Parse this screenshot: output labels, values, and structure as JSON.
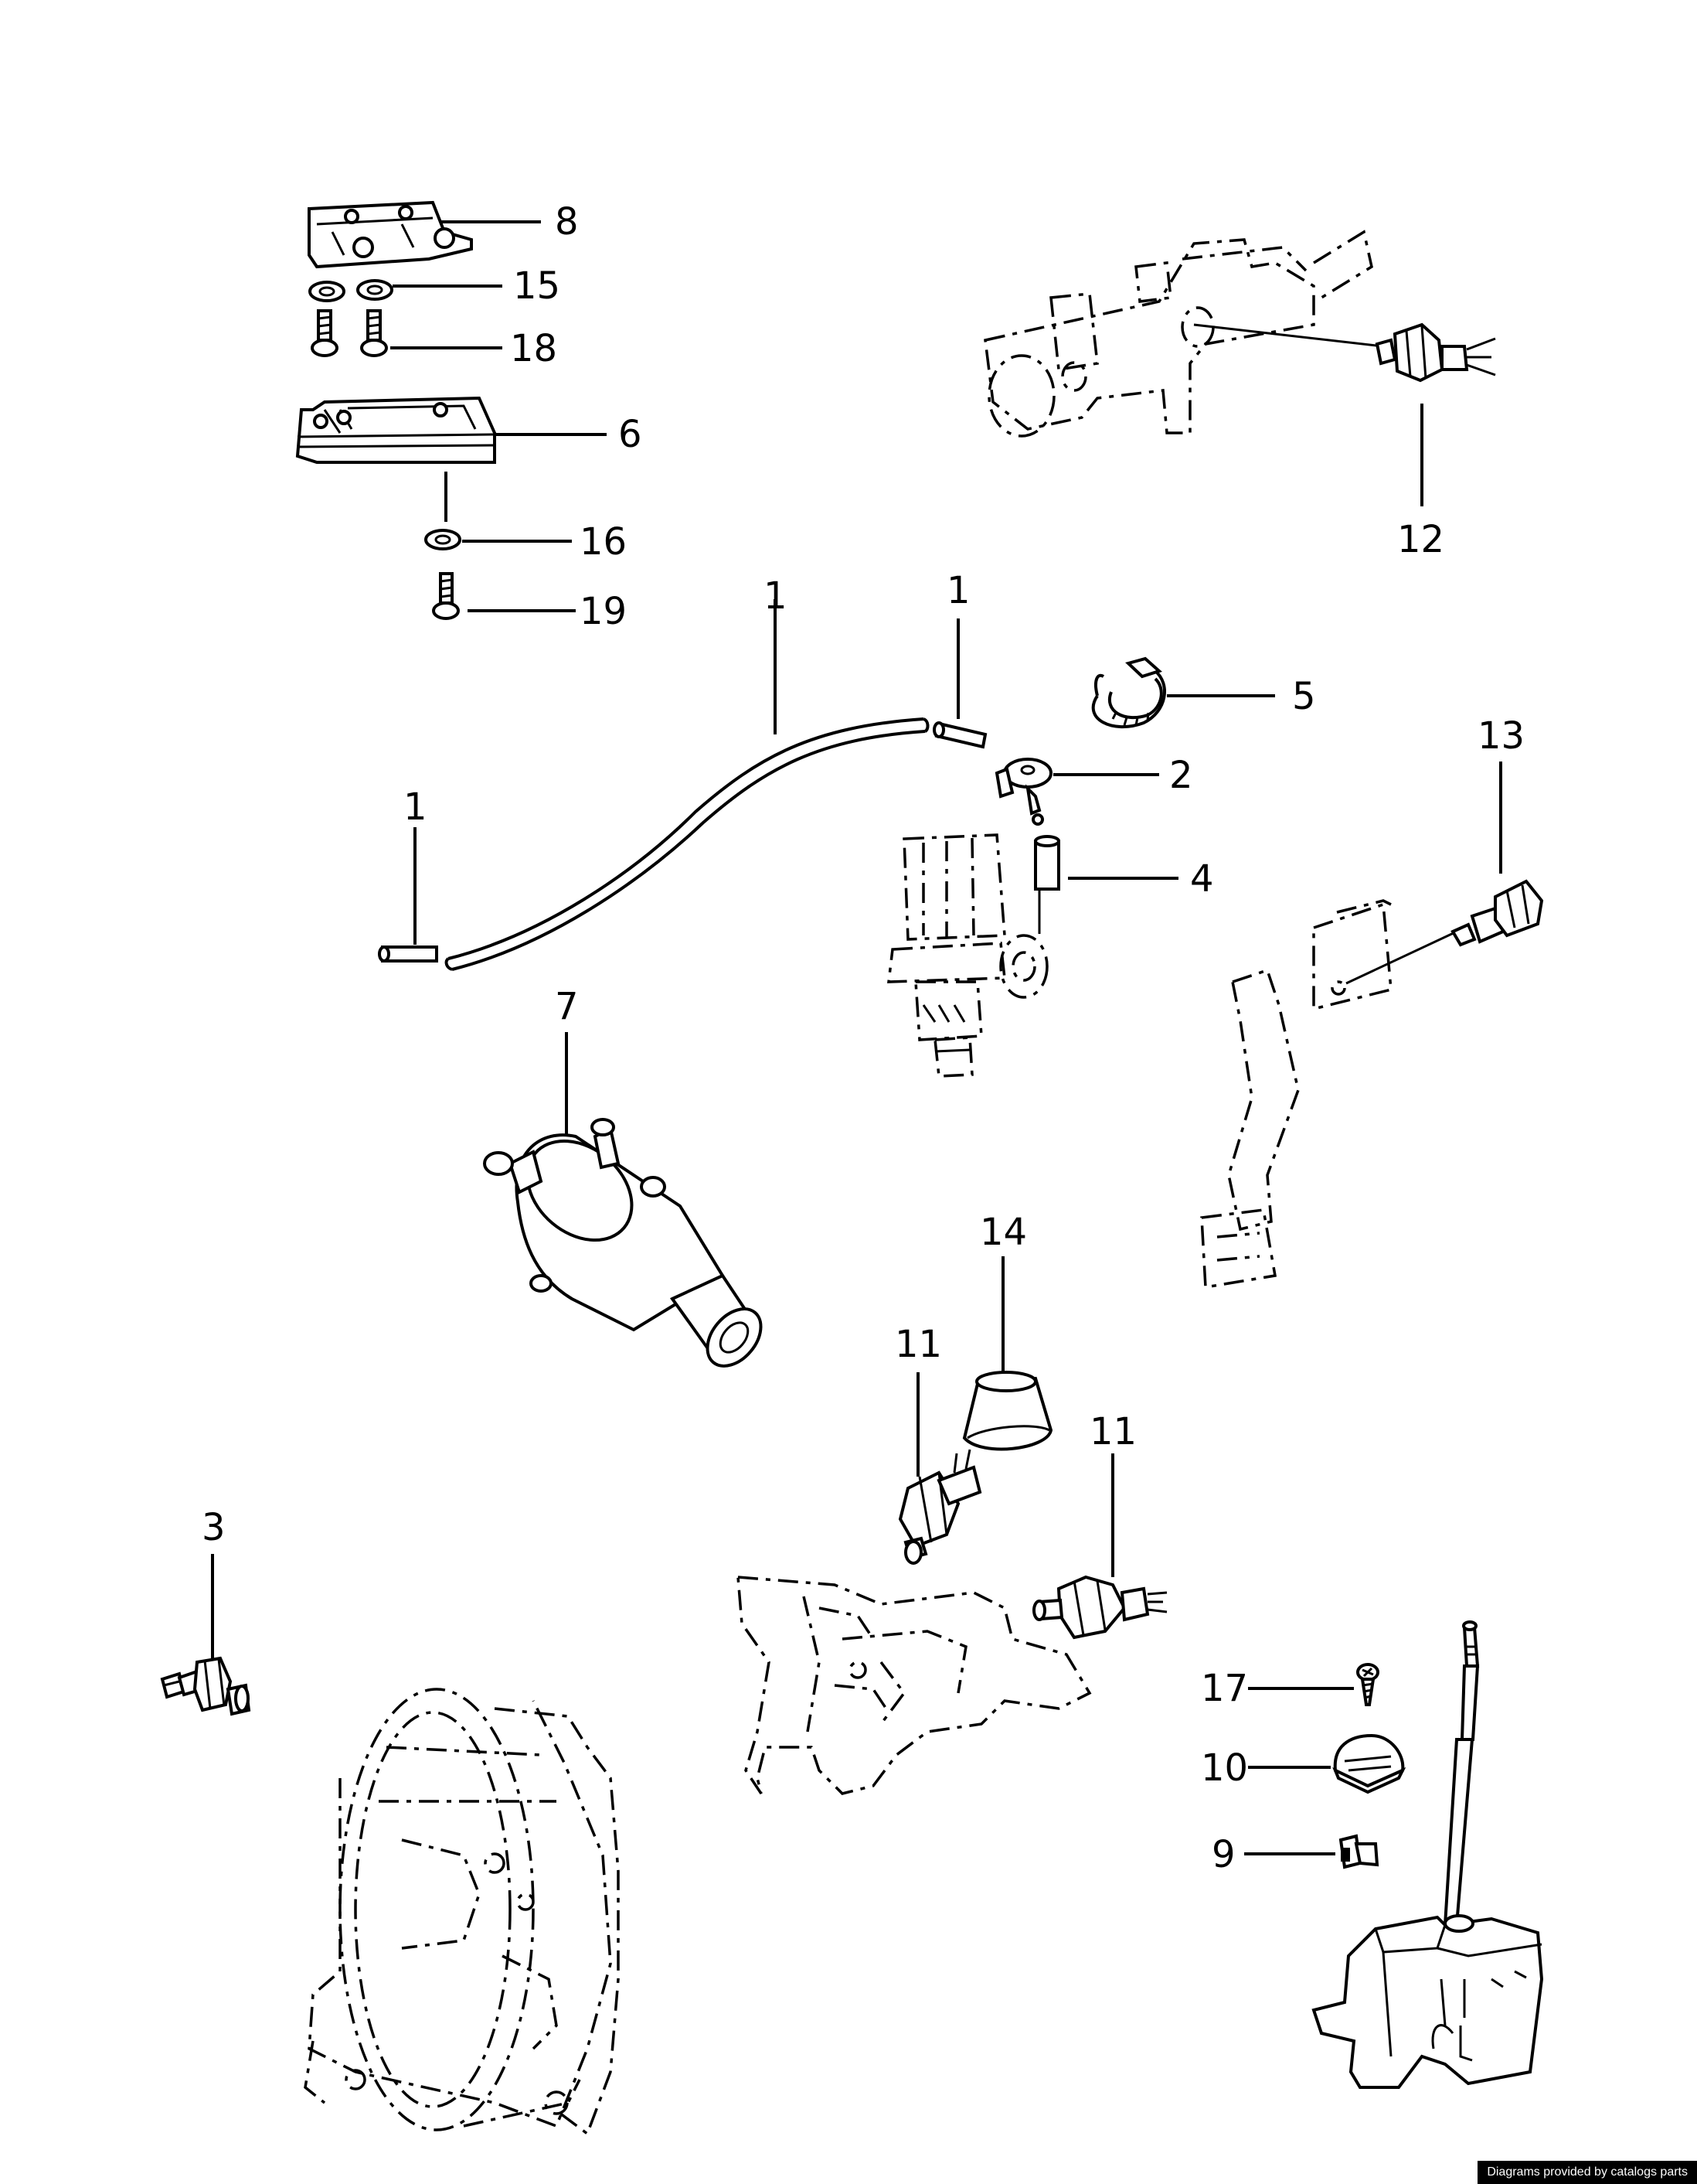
{
  "labels": {
    "l1a": "1",
    "l1b": "1",
    "l1c": "1",
    "l2": "2",
    "l3": "3",
    "l4": "4",
    "l5": "5",
    "l6": "6",
    "l7": "7",
    "l8": "8",
    "l9": "9",
    "l10": "10",
    "l11a": "11",
    "l11b": "11",
    "l12": "12",
    "l13": "13",
    "l14": "14",
    "l15": "15",
    "l16": "16",
    "l17": "17",
    "l18": "18",
    "l19": "19"
  },
  "footer": {
    "credit": "Diagrams provided by catalogs parts"
  }
}
